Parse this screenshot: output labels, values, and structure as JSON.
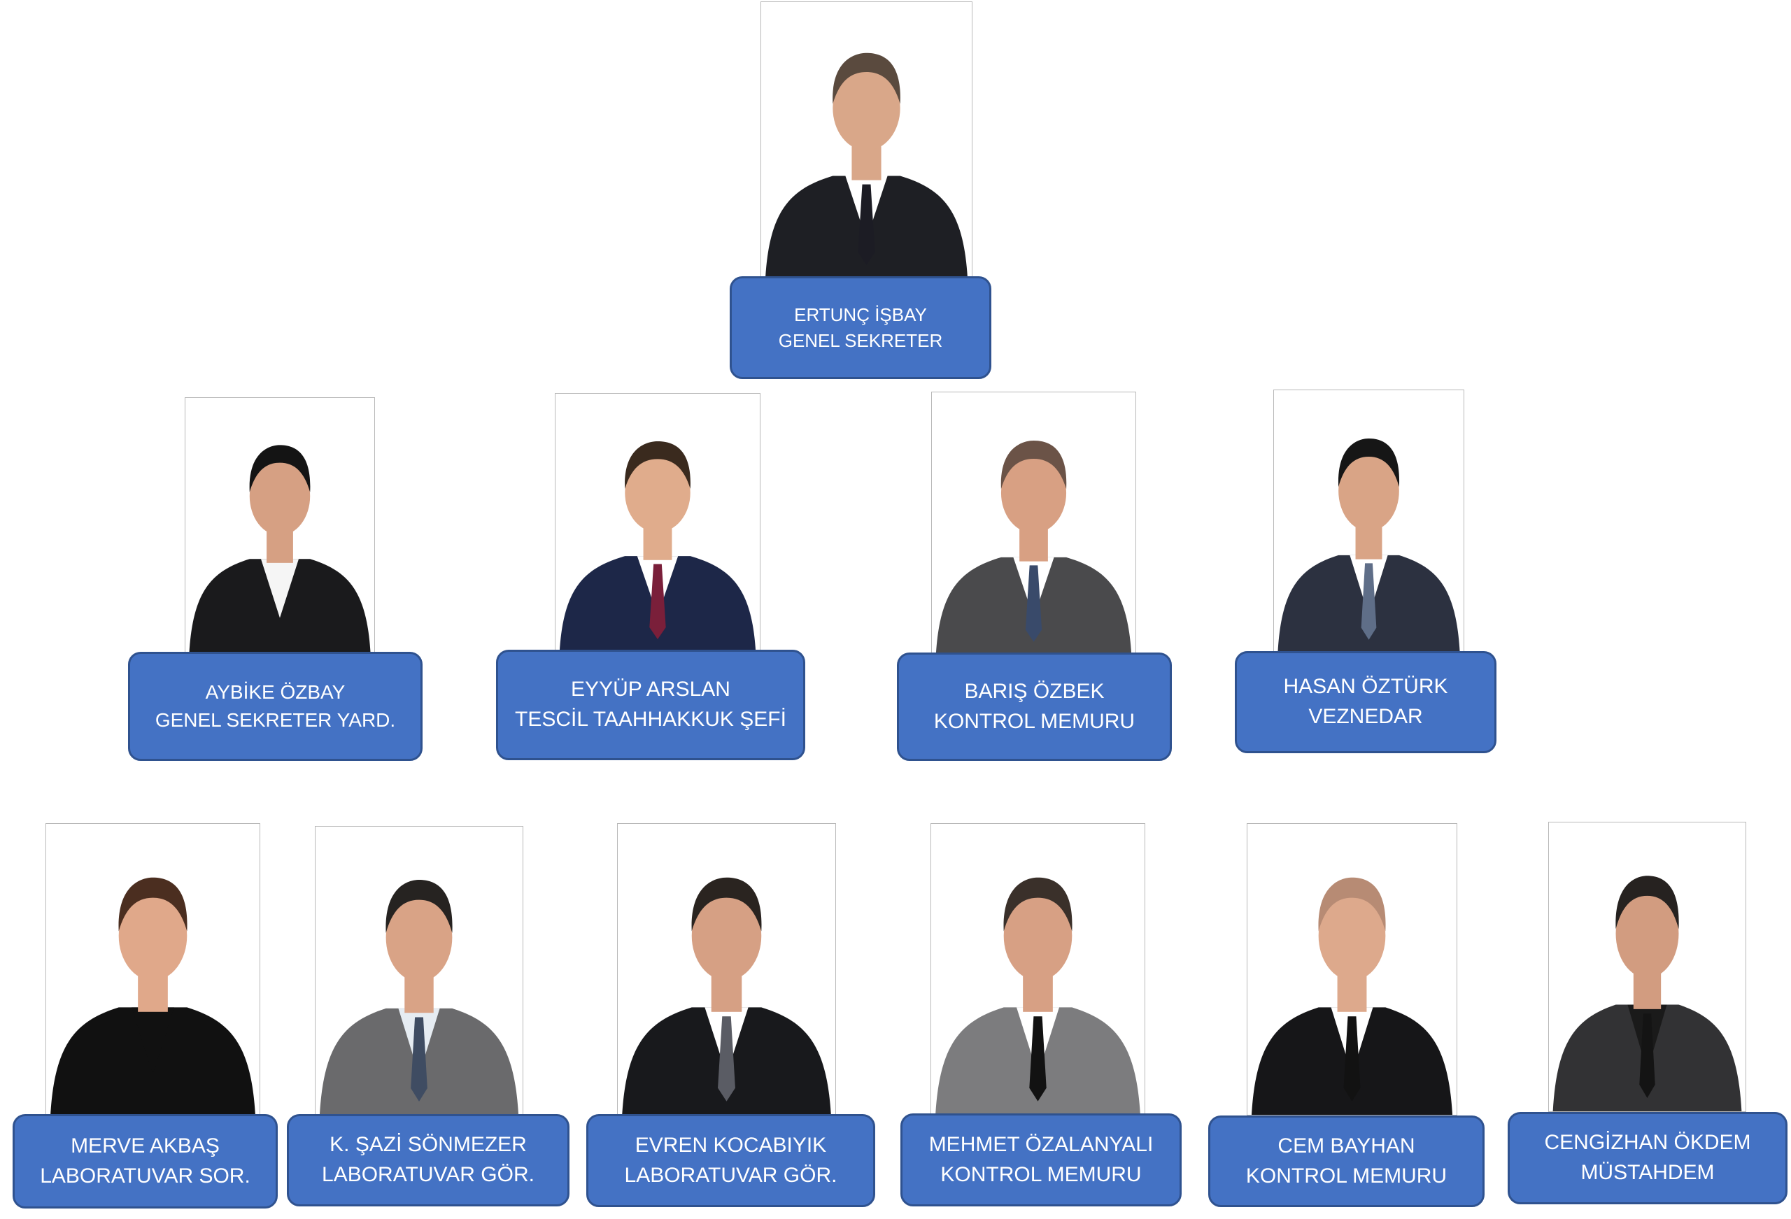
{
  "people": [
    {
      "name": "ERTUNÇ İŞBAY",
      "title": "GENEL SEKRETER",
      "suit": "#1e1f24",
      "hair": "#5a4a3e",
      "skin": "#d9a789",
      "tie": "#1c1c24",
      "shirt": "#ffffff"
    },
    {
      "name": "AYBİKE ÖZBAY",
      "title": "GENEL SEKRETER YARD.",
      "suit": "#1a1a1c",
      "hair": "#141414",
      "skin": "#d6a083",
      "tie": "",
      "shirt": "#f5f5f5"
    },
    {
      "name": "EYYÜP ARSLAN",
      "title": "TESCİL TAAHHAKKUK ŞEFİ",
      "suit": "#1d2748",
      "hair": "#3a2a1e",
      "skin": "#e0ac8c",
      "tie": "#7a1f3a",
      "shirt": "#ffffff"
    },
    {
      "name": "BARIŞ ÖZBEK",
      "title": "KONTROL MEMURU",
      "suit": "#4a4a4c",
      "hair": "#6b5347",
      "skin": "#d8a083",
      "tie": "#394a6a",
      "shirt": "#ffffff"
    },
    {
      "name": "HASAN ÖZTÜRK",
      "title": "VEZNEDAR",
      "suit": "#2c3140",
      "hair": "#161616",
      "skin": "#d9a486",
      "tie": "#5f6e88",
      "shirt": "#ffffff"
    },
    {
      "name": "MERVE AKBAŞ",
      "title": "LABORATUVAR SOR.",
      "suit": "#111111",
      "hair": "#4b2e20",
      "skin": "#e0a88a",
      "tie": "",
      "shirt": "#111111"
    },
    {
      "name": "K. ŞAZİ SÖNMEZER",
      "title": "LABORATUVAR GÖR.",
      "suit": "#6a6a6c",
      "hair": "#262321",
      "skin": "#d9a386",
      "tie": "#3f4c62",
      "shirt": "#e6ecf2"
    },
    {
      "name": "EVREN KOCABIYIK",
      "title": "LABORATUVAR GÖR.",
      "suit": "#18191c",
      "hair": "#2a2420",
      "skin": "#d6a084",
      "tie": "#5a5c64",
      "shirt": "#ffffff"
    },
    {
      "name": "MEHMET ÖZALANYALI",
      "title": "KONTROL MEMURU",
      "suit": "#7c7c7e",
      "hair": "#3a302a",
      "skin": "#d7a084",
      "tie": "#121212",
      "shirt": "#ffffff"
    },
    {
      "name": "CEM BAYHAN",
      "title": "KONTROL MEMURU",
      "suit": "#161618",
      "hair": "#b78b74",
      "skin": "#dda98c",
      "tie": "#121212",
      "shirt": "#ffffff"
    },
    {
      "name": "CENGİZHAN ÖKDEM",
      "title": "MÜSTAHDEM",
      "suit": "#323234",
      "hair": "#262220",
      "skin": "#d29c80",
      "tie": "#141414",
      "shirt": "#1a1a1a"
    }
  ],
  "colors": {
    "label_fill": "#4472c4",
    "label_border": "#2f528f",
    "label_text": "#ffffff"
  }
}
